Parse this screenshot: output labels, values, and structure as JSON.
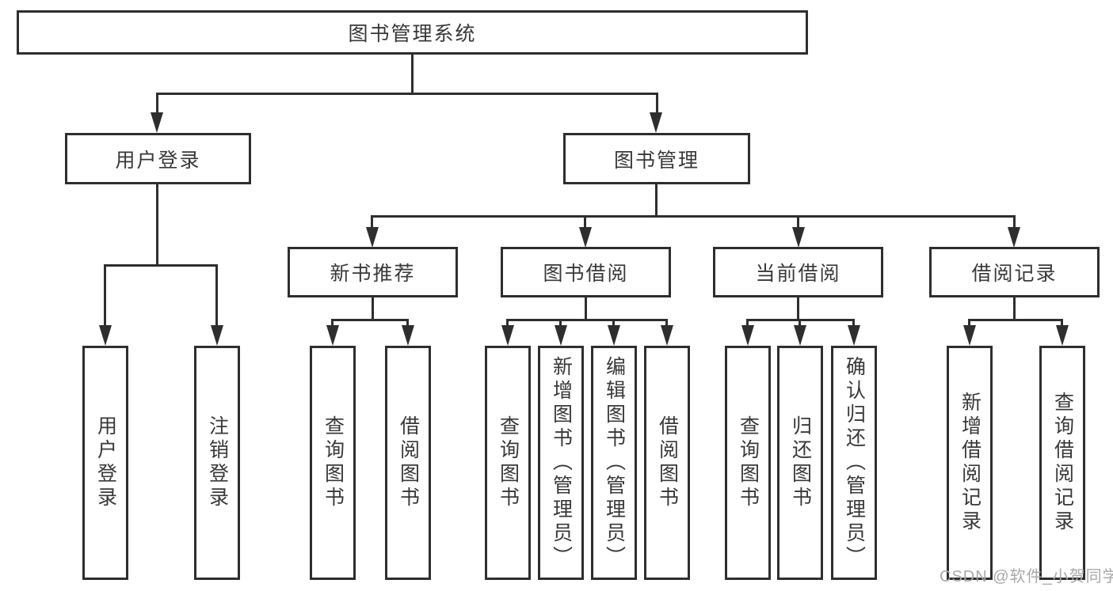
{
  "diagram": {
    "root": {
      "label": "图书管理系统"
    },
    "login": {
      "label": "用户登录",
      "children": [
        {
          "label": "用户登录"
        },
        {
          "label": "注销登录"
        }
      ]
    },
    "mgmt": {
      "label": "图书管理",
      "sections": [
        {
          "label": "新书推荐",
          "children": [
            {
              "label": "查询图书"
            },
            {
              "label": "借阅图书"
            }
          ]
        },
        {
          "label": "图书借阅",
          "children": [
            {
              "label": "查询图书"
            },
            {
              "label": "新增图书（管理员）"
            },
            {
              "label": "编辑图书（管理员）"
            },
            {
              "label": "借阅图书"
            }
          ]
        },
        {
          "label": "当前借阅",
          "children": [
            {
              "label": "查询图书"
            },
            {
              "label": "归还图书"
            },
            {
              "label": "确认归还（管理员）"
            }
          ]
        },
        {
          "label": "借阅记录",
          "children": [
            {
              "label": "新增借阅记录"
            },
            {
              "label": "查询借阅记录"
            }
          ]
        }
      ]
    }
  },
  "watermark": {
    "text": "CSDN @软件_小贺同学"
  },
  "colors": {
    "line": "#2e2e2e",
    "text": "#38383a",
    "watermark": "#a8a8a8",
    "background": "#ffffff"
  }
}
